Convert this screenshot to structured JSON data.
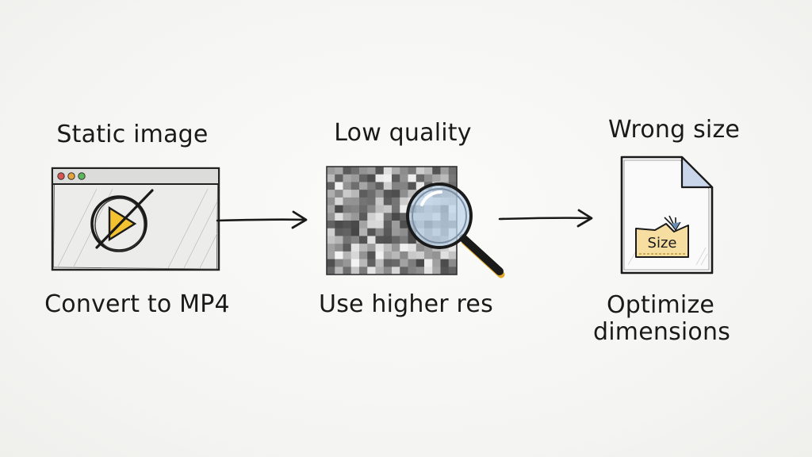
{
  "steps": [
    {
      "problem": "Static image",
      "solution": "Convert to MP4",
      "icon": "browser-play-icon"
    },
    {
      "problem": "Low quality",
      "solution": "Use higher res",
      "icon": "pixelated-magnifier-icon"
    },
    {
      "problem": "Wrong size",
      "solution_line1": "Optimize",
      "solution_line2": "dimensions",
      "icon": "document-size-icon",
      "badge": "Size"
    }
  ],
  "colors": {
    "ink": "#1a1a1a",
    "accent_yellow": "#f2c230",
    "dot_red": "#d9534f",
    "dot_orange": "#e8a33a",
    "dot_green": "#5cb85c",
    "lens_blue": "#bcd3ea"
  }
}
